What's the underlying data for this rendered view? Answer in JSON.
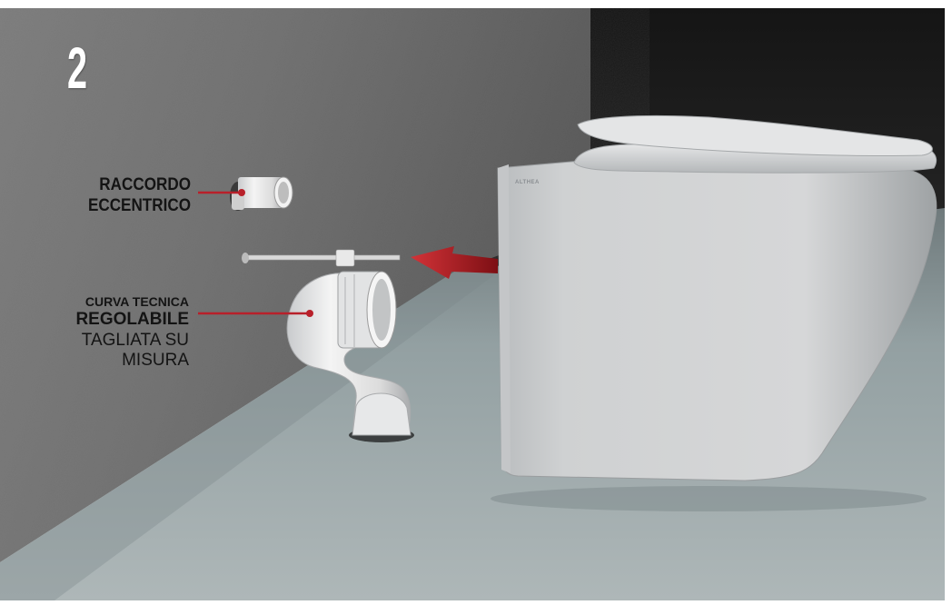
{
  "step_number": "2",
  "labels": {
    "fitting": {
      "line1": "RACCORDO",
      "line2": "ECCENTRICO"
    },
    "curve": {
      "line1": "CURVA TECNICA",
      "line2": "REGOLABILE",
      "line3": "TAGLIATA SU",
      "line4": "MISURA"
    }
  },
  "brand_mark": "ALTHEA",
  "colors": {
    "leader_line": "#b8202a",
    "arrow": "#b8202a",
    "wall": "#6e6e6e",
    "floor": "#9ea8ab",
    "ceramic": "#d9dadb"
  }
}
